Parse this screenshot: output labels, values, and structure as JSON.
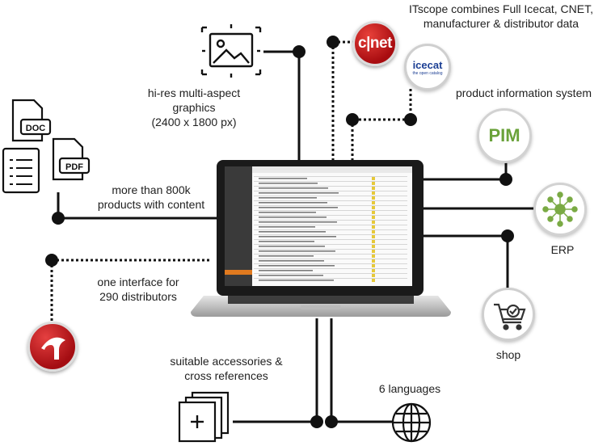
{
  "labels": {
    "itscope_combines": [
      "ITscope combines Full Icecat, CNET,",
      "manufacturer & distributor data"
    ],
    "graphics": [
      "hi-res multi-aspect",
      "graphics",
      "(2400 x 1800 px)"
    ],
    "pis": "product information system",
    "products": [
      "more than 800k",
      "products with content"
    ],
    "distributors": [
      "one interface for",
      "290 distributors"
    ],
    "erp": "ERP",
    "shop": "shop",
    "accessories": [
      "suitable accessories &",
      "cross references"
    ],
    "languages": "6 languages"
  },
  "badges": {
    "cnet": "c|net",
    "icecat": "icecat",
    "icecat_sub": "the open catalog",
    "pim": "PIM"
  },
  "documents": {
    "doc": "DOC",
    "pdf": "PDF"
  },
  "colors": {
    "line": "#111111",
    "cnet_red": "#c0141a",
    "pim_green": "#6aa23a",
    "erp_green": "#7aaa44",
    "icecat_blue": "#1c3f94",
    "itscope_red": "#b51218"
  },
  "icons": [
    "image-icon",
    "doc-file-icon",
    "list-file-icon",
    "pdf-file-icon",
    "erp-network-icon",
    "shopping-cart-icon",
    "itscope-logo-icon",
    "stacked-documents-plus-icon",
    "globe-icon",
    "laptop-icon"
  ]
}
